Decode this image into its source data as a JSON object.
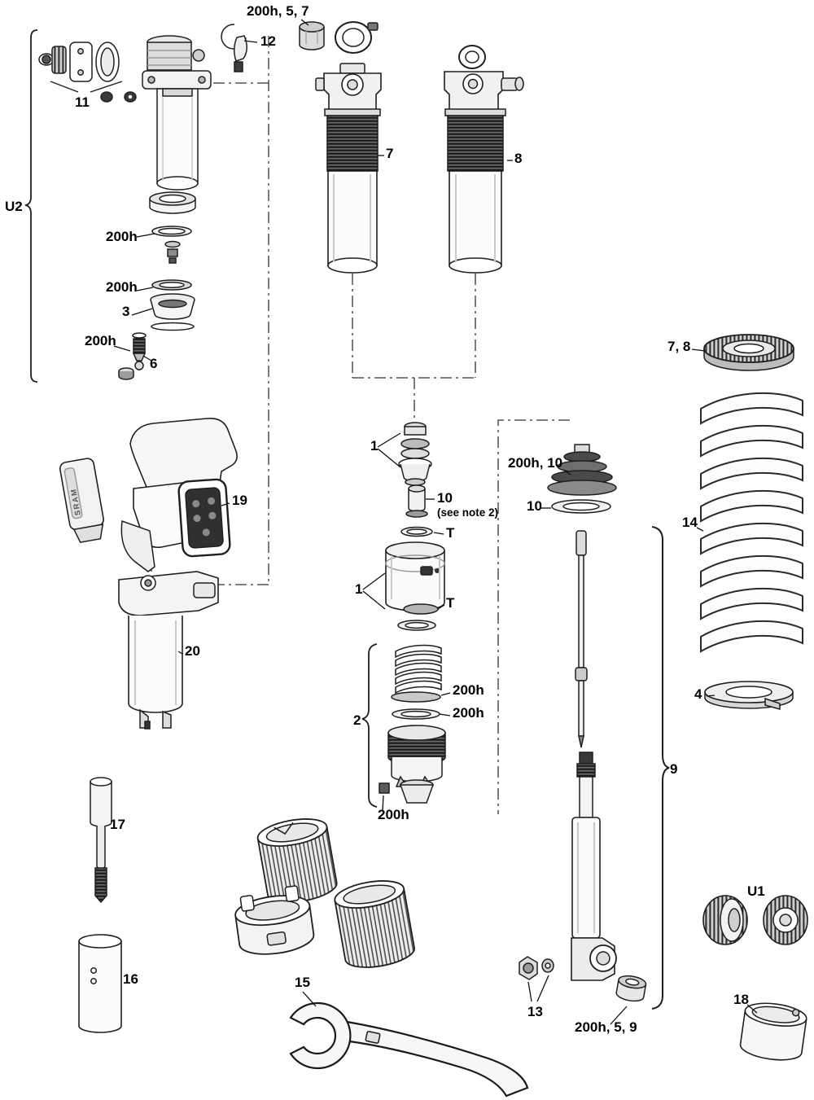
{
  "colors": {
    "ink": "#1a1a1a",
    "background": "#ffffff"
  },
  "battery": {
    "text": "SRAM"
  },
  "labels": {
    "top_bumper": {
      "text": "200h, 5, 7"
    },
    "clamp_12": {
      "text": "12"
    },
    "hardware_11": {
      "text": "11"
    },
    "group_u2": {
      "text": "U2"
    },
    "seal_200h_1": {
      "text": "200h"
    },
    "seal_200h_2": {
      "text": "200h"
    },
    "piston_3": {
      "text": "3"
    },
    "seal_200h_3": {
      "text": "200h"
    },
    "valve_6": {
      "text": "6"
    },
    "shock_7": {
      "text": "7"
    },
    "shock_8": {
      "text": "8"
    },
    "cap_7_8": {
      "text": "7, 8"
    },
    "stack_1_upper": {
      "text": "1"
    },
    "spacer_10": {
      "text": "10"
    },
    "spacer_10_note": {
      "text": "(see note 2)"
    },
    "washer_t_upper": {
      "text": "T"
    },
    "bellows_200h_10": {
      "text": "200h, 10"
    },
    "washer_10": {
      "text": "10"
    },
    "spring_14": {
      "text": "14"
    },
    "canister_1": {
      "text": "1"
    },
    "washer_t_lower": {
      "text": "T"
    },
    "seal_200h_4": {
      "text": "200h"
    },
    "seal_200h_5": {
      "text": "200h"
    },
    "group_2": {
      "text": "2"
    },
    "collar_4": {
      "text": "4"
    },
    "group_9": {
      "text": "9"
    },
    "controller_19": {
      "text": "19"
    },
    "pump_20": {
      "text": "20"
    },
    "tool_17": {
      "text": "17"
    },
    "seal_200h_6": {
      "text": "200h"
    },
    "sleeve_16": {
      "text": "16"
    },
    "wrench_15": {
      "text": "15"
    },
    "nuts_13": {
      "text": "13"
    },
    "spacer_200h_5_9": {
      "text": "200h, 5, 9"
    },
    "caps_u1": {
      "text": "U1"
    },
    "can_18": {
      "text": "18"
    }
  }
}
